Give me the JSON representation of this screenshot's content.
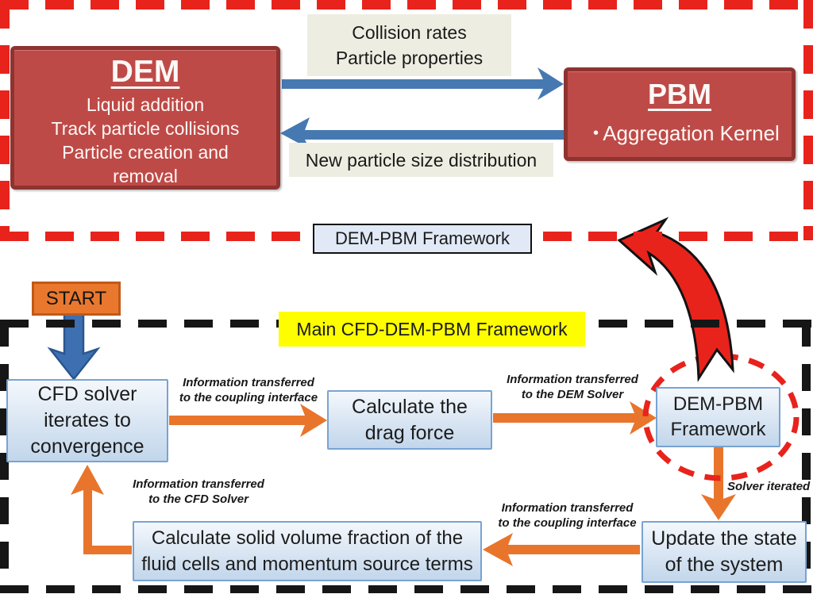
{
  "colors": {
    "red_box_fill": "#be4a47",
    "red_box_border": "#8e3330",
    "beige_label": "#eeede2",
    "blue_arrow": "#4679b2",
    "orange_arrow": "#e8752b",
    "yellow_label": "#fefe00",
    "tag_blue": "#e0e9f5",
    "flow_box_border": "#79a3d2",
    "dashed_red": "#e8231c",
    "dashed_black": "#161616",
    "return_arrow_red": "#e8231c"
  },
  "top_frame": {
    "dem": {
      "title": "DEM",
      "lines": [
        "Liquid addition",
        "Track particle collisions",
        "Particle creation and removal"
      ]
    },
    "pbm": {
      "title": "PBM",
      "bullet": "•",
      "item": "Aggregation Kernel"
    },
    "collision_label": {
      "lines": [
        "Collision rates",
        "Particle properties"
      ]
    },
    "psd_label": "New particle size distribution",
    "framework_tag": "DEM-PBM Framework"
  },
  "main_frame": {
    "title_tag": "Main CFD-DEM-PBM Framework",
    "start": "START",
    "cfd_box": {
      "lines": [
        "CFD solver",
        "iterates to",
        "convergence"
      ]
    },
    "drag_box": {
      "lines": [
        "Calculate the",
        "drag force"
      ]
    },
    "dempbm_box": {
      "lines": [
        "DEM-PBM",
        "Framework"
      ]
    },
    "update_box": {
      "lines": [
        "Update the state",
        "of the system"
      ]
    },
    "solid_box": {
      "lines": [
        "Calculate solid volume fraction of the",
        "fluid cells and momentum source terms"
      ]
    },
    "notes": {
      "to_coupling_1": {
        "lines": [
          "Information transferred",
          "to the coupling interface"
        ]
      },
      "to_dem": {
        "lines": [
          "Information transferred",
          "to the DEM Solver"
        ]
      },
      "solver_iterated": "Solver iterated",
      "to_coupling_2": {
        "lines": [
          "Information transferred",
          "to the coupling interface"
        ]
      },
      "to_cfd": {
        "lines": [
          "Information transferred",
          "to the CFD Solver"
        ]
      }
    }
  }
}
